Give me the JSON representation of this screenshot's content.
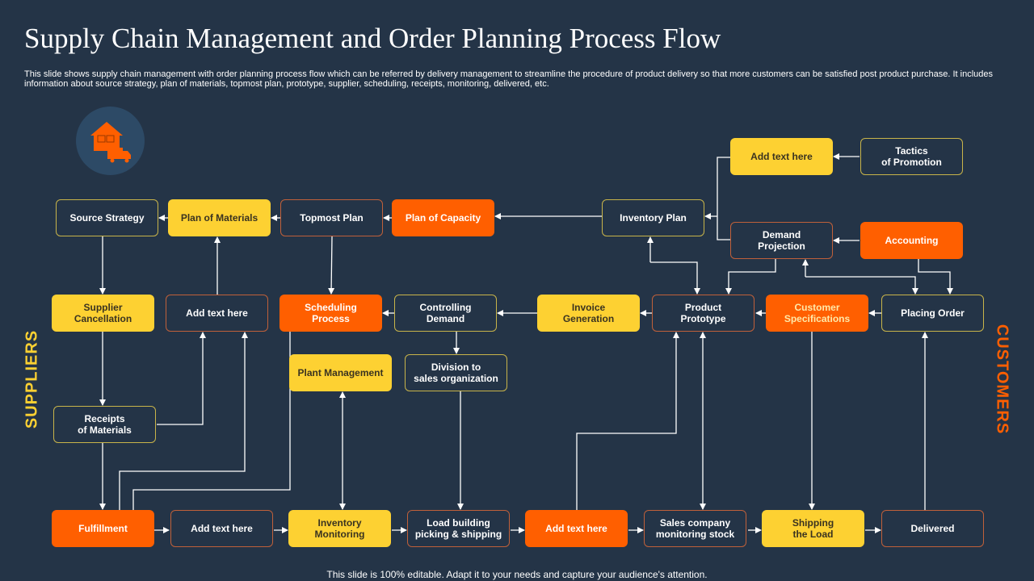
{
  "title": "Supply Chain Management and Order Planning Process Flow",
  "description": "This slide shows supply chain management with order planning process flow which can be referred by delivery management to streamline the procedure of product delivery so that more customers can be satisfied post product purchase. It includes information about source strategy, plan of materials, topmost plan, prototype, supplier, scheduling, receipts, monitoring, delivered, etc.",
  "side_labels": {
    "left": "SUPPLIERS",
    "right": "CUSTOMERS"
  },
  "colors": {
    "background": "#243447",
    "yellow": "#fdd132",
    "orange": "#ff5f00"
  },
  "icon": "warehouse-delivery-truck-icon",
  "nodes": {
    "source_strategy": "Source Strategy",
    "plan_of_materials": "Plan of Materials",
    "topmost_plan": "Topmost Plan",
    "plan_of_capacity": "Plan of Capacity",
    "inventory_plan": "Inventory Plan",
    "add_text_top": "Add text here",
    "tactics_of_promotion": "Tactics\nof Promotion",
    "demand_projection": "Demand\nProjection",
    "accounting": "Accounting",
    "supplier_cancellation": "Supplier\nCancellation",
    "add_text_mid": "Add text here",
    "scheduling_process": "Scheduling\nProcess",
    "controlling_demand": "Controlling\nDemand",
    "invoice_generation": "Invoice\nGeneration",
    "product_prototype": "Product\nPrototype",
    "customer_specifications": "Customer\nSpecifications",
    "placing_order": "Placing Order",
    "plant_management": "Plant Management",
    "division_to_sales": "Division  to\nsales organization",
    "receipts_of_materials": "Receipts\nof Materials",
    "fulfillment": "Fulfillment",
    "add_text_bottom_1": "Add text here",
    "inventory_monitoring": "Inventory\nMonitoring",
    "load_building": "Load building\npicking & shipping",
    "add_text_bottom_2": "Add text here",
    "sales_company": "Sales company\nmonitoring stock",
    "shipping_the_load": "Shipping\nthe Load",
    "delivered": "Delivered"
  },
  "footer": "This slide is 100% editable. Adapt it to your needs and capture your audience's attention."
}
